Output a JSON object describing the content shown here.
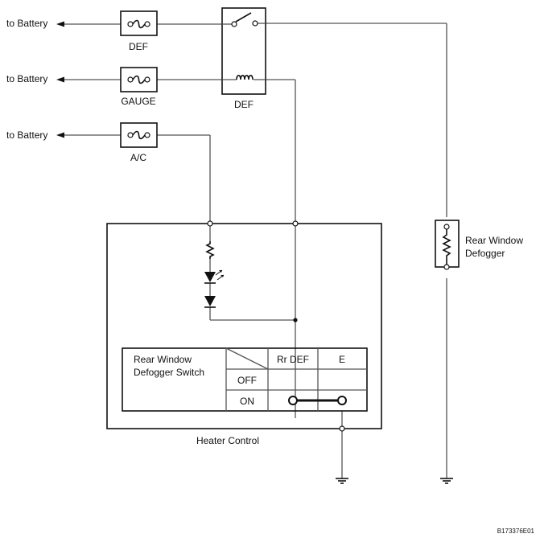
{
  "battery_labels": [
    "to Battery",
    "to Battery",
    "to Battery"
  ],
  "fuses": [
    "DEF",
    "GAUGE",
    "A/C"
  ],
  "relay_label": "DEF",
  "defogger_label": [
    "Rear Window",
    "Defogger"
  ],
  "heater_control_label": "Heater Control",
  "switch_table": {
    "title": [
      "Rear Window",
      "Defogger Switch"
    ],
    "columns": [
      "Rr DEF",
      "E"
    ],
    "rows": [
      "OFF",
      "ON"
    ]
  },
  "figure_id": "B173376E01"
}
